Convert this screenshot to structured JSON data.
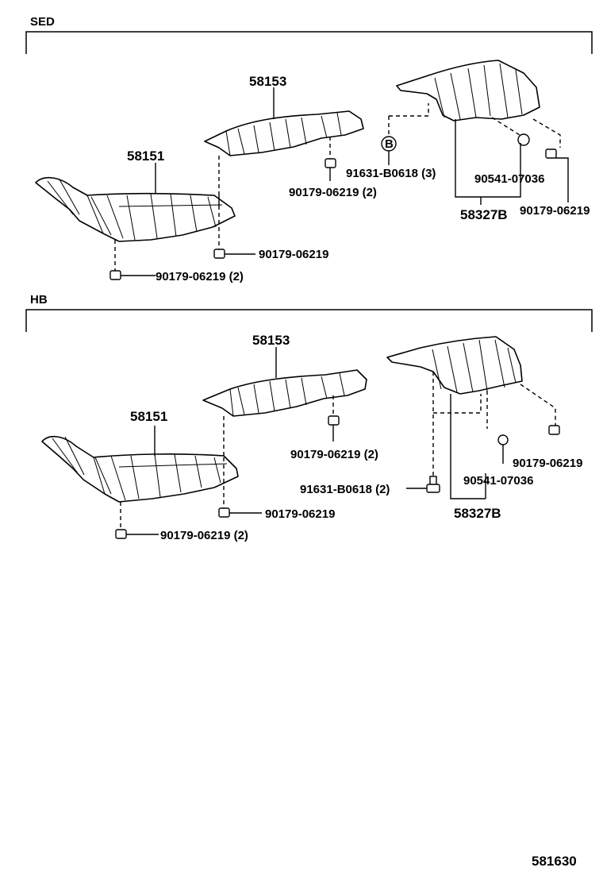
{
  "diagram_code": "581630",
  "sections": [
    {
      "title": "SED",
      "labels": {
        "front_cover": "58151",
        "center_cover": "58153",
        "rear_cover": "58327B",
        "nut_front_lower": "90179-06219 (2)",
        "nut_front_right": "90179-06219",
        "nut_center": "90179-06219 (2)",
        "bolt": "91631-B0618 (3)",
        "bolt_marker": "B",
        "clip": "90541-07036",
        "nut_rear": "90179-06219"
      }
    },
    {
      "title": "HB",
      "labels": {
        "front_cover": "58151",
        "center_cover": "58153",
        "rear_cover": "58327B",
        "nut_front_lower": "90179-06219 (2)",
        "nut_front_right": "90179-06219",
        "nut_center": "90179-06219 (2)",
        "bolt": "91631-B0618 (2)",
        "clip": "90541-07036",
        "nut_rear": "90179-06219"
      }
    }
  ]
}
